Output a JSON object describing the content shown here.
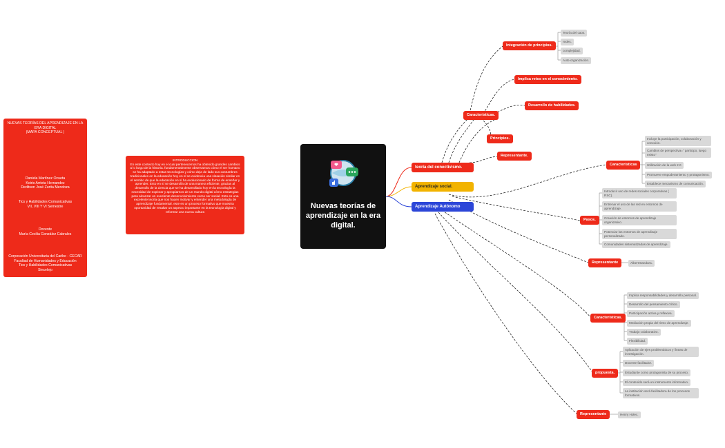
{
  "cover": {
    "title": "NUEVAS TEORÍAS  DEL APRENDIZAJE  EN LA ERA DIGITAL\n(MAPA CONCEPTUAL )",
    "authors": "Daniela Martínez Ocueta\nKeiris Arrieta Hernandez\nDeditson José Zurita Mendoza",
    "program": "Tics y Habilidades Comunicativas\nVII, VIII Y VI  Semestre",
    "teacher": "Docente\nMaría Cecilia González Cabrales",
    "institution": "Corporación Universitaria del Caribe - CECAR\nFacultad de Humanidades y Educación\nTics y Habilidades Comunicativas\nSincelejo"
  },
  "intro": {
    "heading": "INTRODUCCION",
    "body": "En este contexto hoy en el cual pertenecemos  ha obtenido grandes cambios a lo largo de la historia. fundamentalmente observamos cómo el ser humano se ha adaptado a estas tecnologías y cómo deja de lado sus costumbres tradicionales en la educación hoy en el se evidencia una situación similar en el sentido de que la educación en sí ha evolucionado de forma de enseñar y aprender.  Esto en sí se desarrolla de una manera eficiente, gracias al desarrollo de la ciencia que se ha desarrollado hoy  en la tecnología la necesidad de explorar y apropiarnos de un mundo digital cómo estrategias para alcanzar un excelente desenvolvimiento como ser social. Esto es una excelente teoría que nos hacen motivar y entender una metodología de aprendizaje  fundamental. este es un proceso formativo que muestra oportunidad de resaltar un aspecto importante  en la tecnología digital y reformar una nueva cultura"
  },
  "central": {
    "title": "Nuevas teorías de aprendizaje en la era digital."
  },
  "branches": {
    "conectivismo": "teoría del conectivismo.",
    "social": "Aprendizaje social.",
    "autonomo": "Aprendizaje  Autónomo"
  },
  "conectivismo": {
    "caracteristicas": "Características.",
    "integracion": "Integración de principios.",
    "integracion_items": [
      "Teoría del caos.",
      "redes.",
      "complejidad.",
      "Auto-organización."
    ],
    "implica": "Implica retos en el conocimiento.",
    "desarrollo": "Desarrollo de habilidades.",
    "principios": "Principios.",
    "representante": "Representante."
  },
  "social": {
    "caracteristicas": "Características",
    "caracteristicas_items": [
      "Incluye la participación, colaboración y conexión.",
      "Cambios de perspectiva=\" participo, luego existo\"",
      "Utilización de la web 2.0",
      "Promueve empoderamiento  y protagonismo.",
      "Establece mecanismo de comunicación."
    ],
    "pasos": "Pasos.",
    "pasos_items": [
      "Introducir uso de redes sociales corporativas ( RSC).",
      "Entrenar el uso de las red en entornos de aprendizaje.",
      "Creación de entornos de aprendizaje organizativo.",
      "Potenciar los entornos de aprendizaje personalizado.",
      "Comunidades sistematizadas de aprendizaje."
    ],
    "representante": "Representante",
    "representante_name": "Albert Bandura."
  },
  "autonomo": {
    "caracteristicas": "Características.",
    "caracteristicas_items": [
      "Implica responsabilidades y desarrollo personal.",
      "Desarrollo del pensamiento crítico.",
      "Participación activa y reflexiva.",
      "Mediación propia del ritmo de aprendizaje.",
      "Trabajo colaborativo.",
      "Flexibilidad."
    ],
    "propuesta": "propuesta.",
    "propuesta_items": [
      "Aplicación de ejes problemáticos y líneas de investigación.",
      "Docente facilitador.",
      "Estudiante como protagonista de su proceso.",
      "El contenido será un instrumento informativo.",
      "La institución será facilitadora de los procesos formativos."
    ],
    "representante": "Representante",
    "representante_name": "Henry Holec."
  },
  "colors": {
    "red": "#ee2a1a",
    "yellow": "#f2b300",
    "blue": "#2c46d8",
    "dark": "#111111",
    "leaf": "#d9d9d9"
  },
  "icon": "social-media-globe-icon"
}
